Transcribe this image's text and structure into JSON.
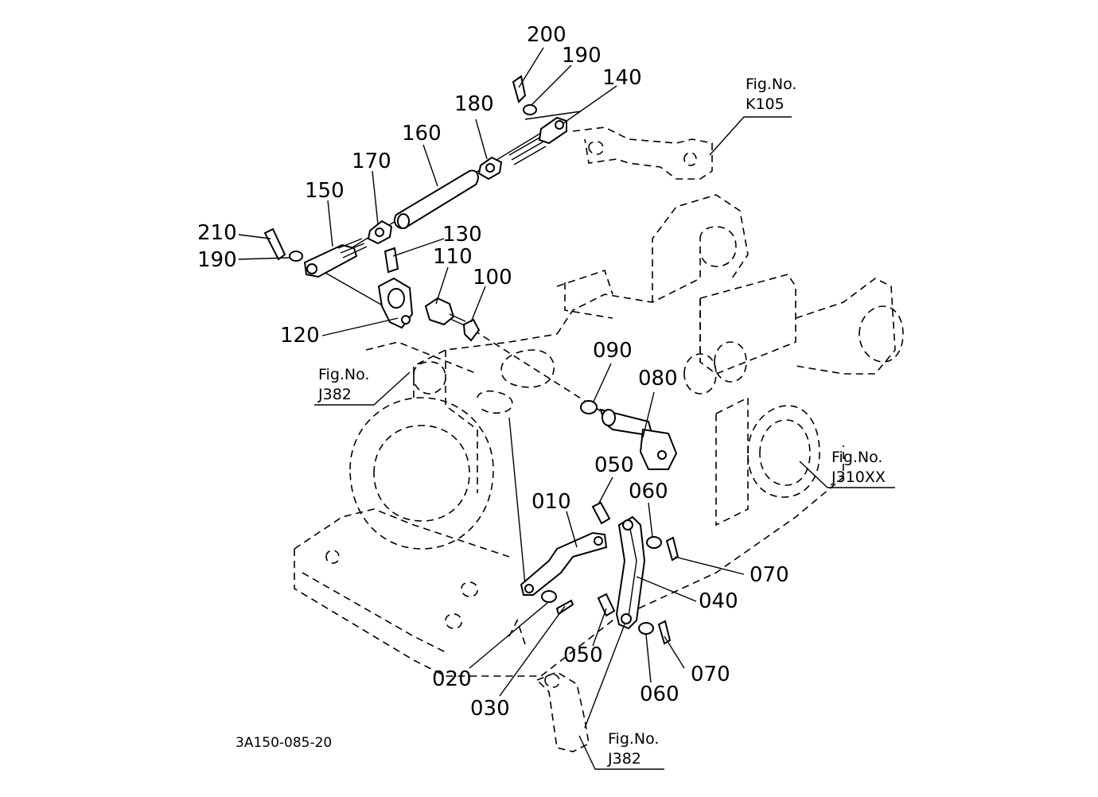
{
  "callouts": [
    {
      "id": "200",
      "text": "200"
    },
    {
      "id": "190a",
      "text": "190"
    },
    {
      "id": "140",
      "text": "140"
    },
    {
      "id": "180",
      "text": "180"
    },
    {
      "id": "160",
      "text": "160"
    },
    {
      "id": "170",
      "text": "170"
    },
    {
      "id": "150",
      "text": "150"
    },
    {
      "id": "210",
      "text": "210"
    },
    {
      "id": "190b",
      "text": "190"
    },
    {
      "id": "130",
      "text": "130"
    },
    {
      "id": "110",
      "text": "110"
    },
    {
      "id": "100",
      "text": "100"
    },
    {
      "id": "120",
      "text": "120"
    },
    {
      "id": "090",
      "text": "090"
    },
    {
      "id": "080",
      "text": "080"
    },
    {
      "id": "050a",
      "text": "050"
    },
    {
      "id": "060a",
      "text": "060"
    },
    {
      "id": "010",
      "text": "010"
    },
    {
      "id": "070a",
      "text": "070"
    },
    {
      "id": "040",
      "text": "040"
    },
    {
      "id": "050b",
      "text": "050"
    },
    {
      "id": "070b",
      "text": "070"
    },
    {
      "id": "020",
      "text": "020"
    },
    {
      "id": "060b",
      "text": "060"
    },
    {
      "id": "030",
      "text": "030"
    }
  ],
  "figure_refs": [
    {
      "line1": "Fig.No.",
      "line2": "K105"
    },
    {
      "line1": "Fig.No.",
      "line2": "J382"
    },
    {
      "line1": "Fig.No.",
      "line2": "J310XX"
    },
    {
      "line1": "Fig.No.",
      "line2": "J382"
    }
  ],
  "drawing_number": "3A150-085-20"
}
